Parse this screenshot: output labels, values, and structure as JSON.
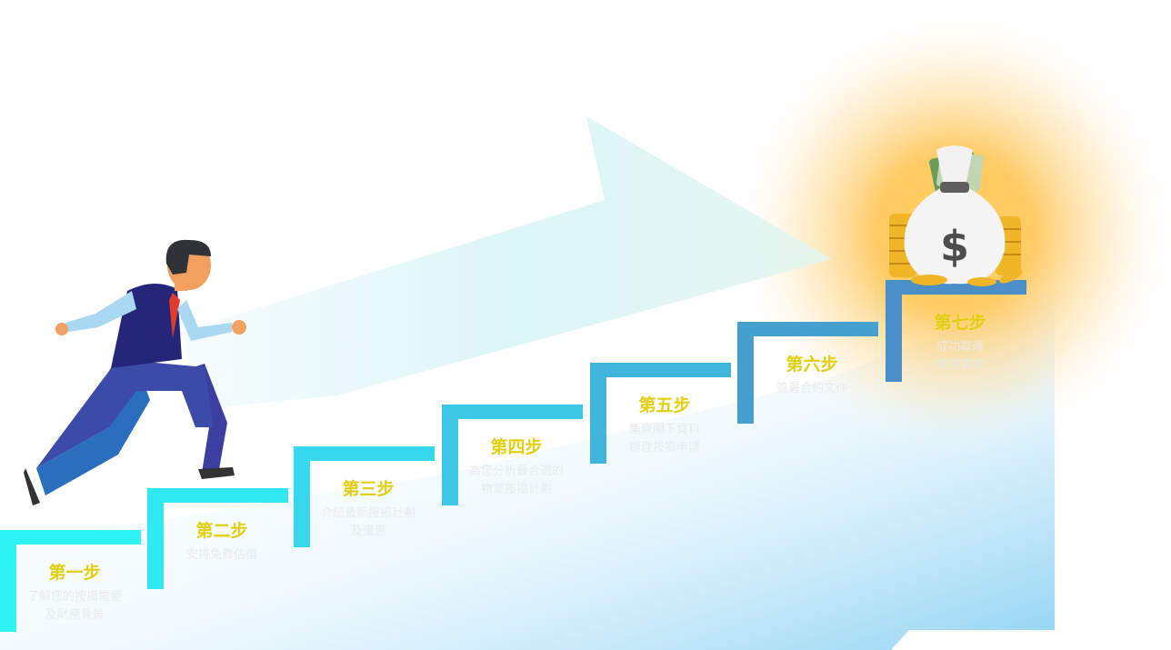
{
  "steps": [
    {
      "title": "第一步",
      "desc": "了解您的按揭需要\n及財務背景"
    },
    {
      "title": "第二步",
      "desc": "安排免費估價"
    },
    {
      "title": "第三步",
      "desc": "介紹最新按揭計劃\n及優惠"
    },
    {
      "title": "第四步",
      "desc": "為您分析最合適的\n物業按揭計劃"
    },
    {
      "title": "第五步",
      "desc": "集齊閣下資料\n辦理按揭申請"
    },
    {
      "title": "第六步",
      "desc": "簽署合約文件"
    },
    {
      "title": "第七步",
      "desc": "成功取得\n按揭貸款"
    }
  ],
  "money_bag": {
    "symbol": "$"
  },
  "colors": {
    "title": "#e2cf12",
    "step_start": "#2ef3f5",
    "step_end": "#4a8fc8",
    "glow": "#ffb733"
  }
}
